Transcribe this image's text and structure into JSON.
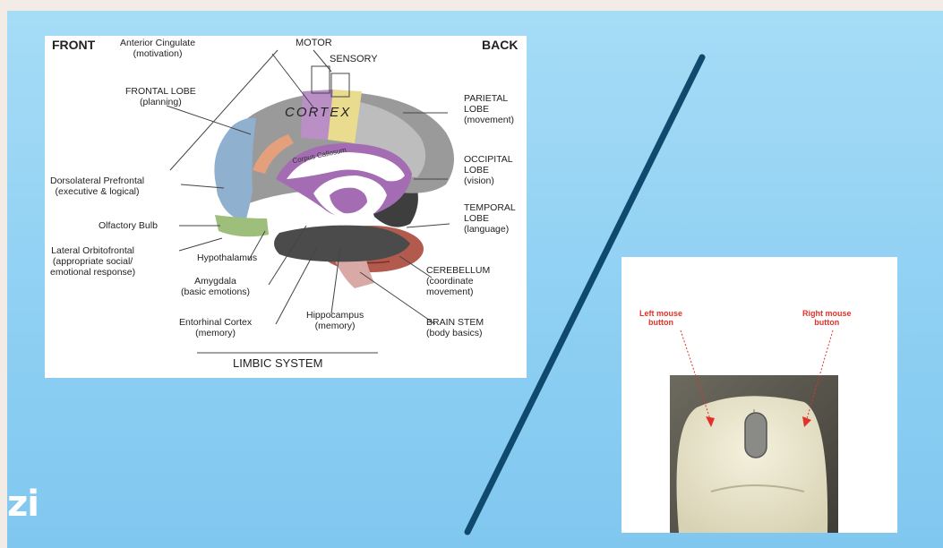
{
  "brain": {
    "front": "FRONT",
    "back": "BACK",
    "anterior_cingulate": "Anterior Cingulate",
    "anterior_cingulate_sub": "(motivation)",
    "motor": "MOTOR",
    "sensory": "SENSORY",
    "frontal_lobe": "FRONTAL LOBE",
    "frontal_lobe_sub": "(planning)",
    "cortex": "CORTEX",
    "corpus_callosum": "Corpus Callosum",
    "parietal": "PARIETAL",
    "parietal_lobe": "LOBE",
    "parietal_sub": "(movement)",
    "occipital": "OCCIPITAL",
    "occipital_lobe": "LOBE",
    "occipital_sub": "(vision)",
    "temporal": "TEMPORAL",
    "temporal_lobe": "LOBE",
    "temporal_sub": "(language)",
    "dorsolateral": "Dorsolateral Prefrontal",
    "dorsolateral_sub": "(executive & logical)",
    "olfactory": "Olfactory Bulb",
    "lateral_orbito": "Lateral Orbitofrontal",
    "lateral_orbito_sub1": "(appropriate social/",
    "lateral_orbito_sub2": "emotional response)",
    "hypothalamus": "Hypothalamus",
    "amygdala": "Amygdala",
    "amygdala_sub": "(basic emotions)",
    "cerebellum": "CEREBELLUM",
    "cerebellum_sub1": "(coordinate",
    "cerebellum_sub2": "movement)",
    "entorhinal": "Entorhinal Cortex",
    "entorhinal_sub": "(memory)",
    "hippocampus": "Hippocampus",
    "hippocampus_sub": "(memory)",
    "brain_stem": "BRAIN STEM",
    "brain_stem_sub": "(body basics)",
    "limbic": "LIMBIC SYSTEM"
  },
  "mouse": {
    "left_label_1": "Left mouse",
    "left_label_2": "button",
    "right_label_1": "Right mouse",
    "right_label_2": "button"
  },
  "logo": {
    "text": "zi"
  },
  "colors": {
    "background": "#8fd0f3",
    "slash": "#0f4a6e",
    "motor": "#b98fc6",
    "sensory": "#eadc8e",
    "limbic": "#a46db3",
    "label_red": "#e0322b"
  }
}
